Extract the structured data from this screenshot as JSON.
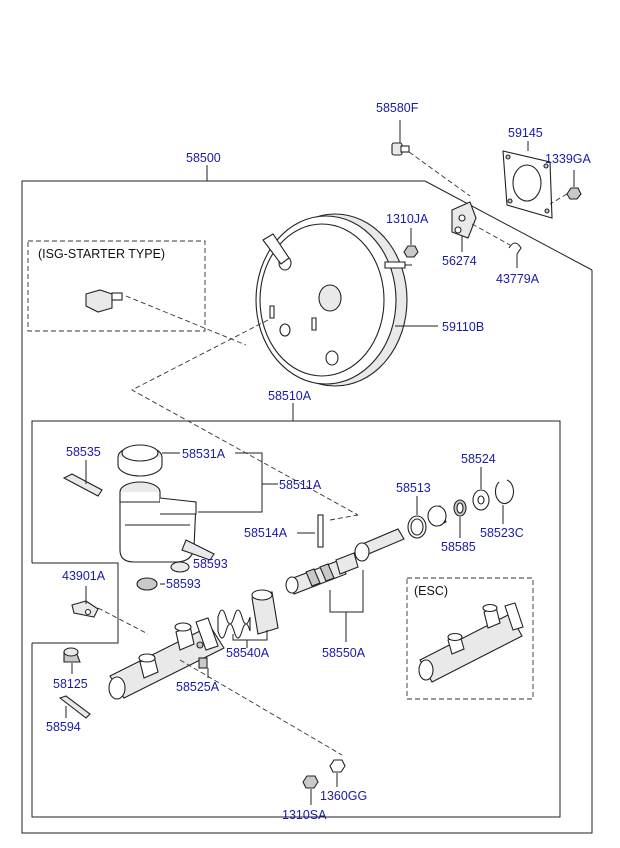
{
  "labels": {
    "p58580F": "58580F",
    "p59145": "59145",
    "p1339GA": "1339GA",
    "p58500": "58500",
    "p1310JA": "1310JA",
    "p56274": "56274",
    "p43779A": "43779A",
    "p59110B": "59110B",
    "p58510A": "58510A",
    "p58535": "58535",
    "p58531A": "58531A",
    "p58511A": "58511A",
    "p58524": "58524",
    "p58513": "58513",
    "p58523C": "58523C",
    "p58585": "58585",
    "p58514A": "58514A",
    "p58593a": "58593",
    "p58593b": "58593",
    "p43901A": "43901A",
    "p58540A": "58540A",
    "p58550A": "58550A",
    "p58125": "58125",
    "p58525A": "58525A",
    "p58594": "58594",
    "p1360GG": "1360GG",
    "p1310SA": "1310SA"
  },
  "groups": {
    "isg_starter": "(ISG-STARTER TYPE)",
    "esc": "(ESC)"
  },
  "colors": {
    "label": "#1a1aa6",
    "line": "#222222"
  }
}
